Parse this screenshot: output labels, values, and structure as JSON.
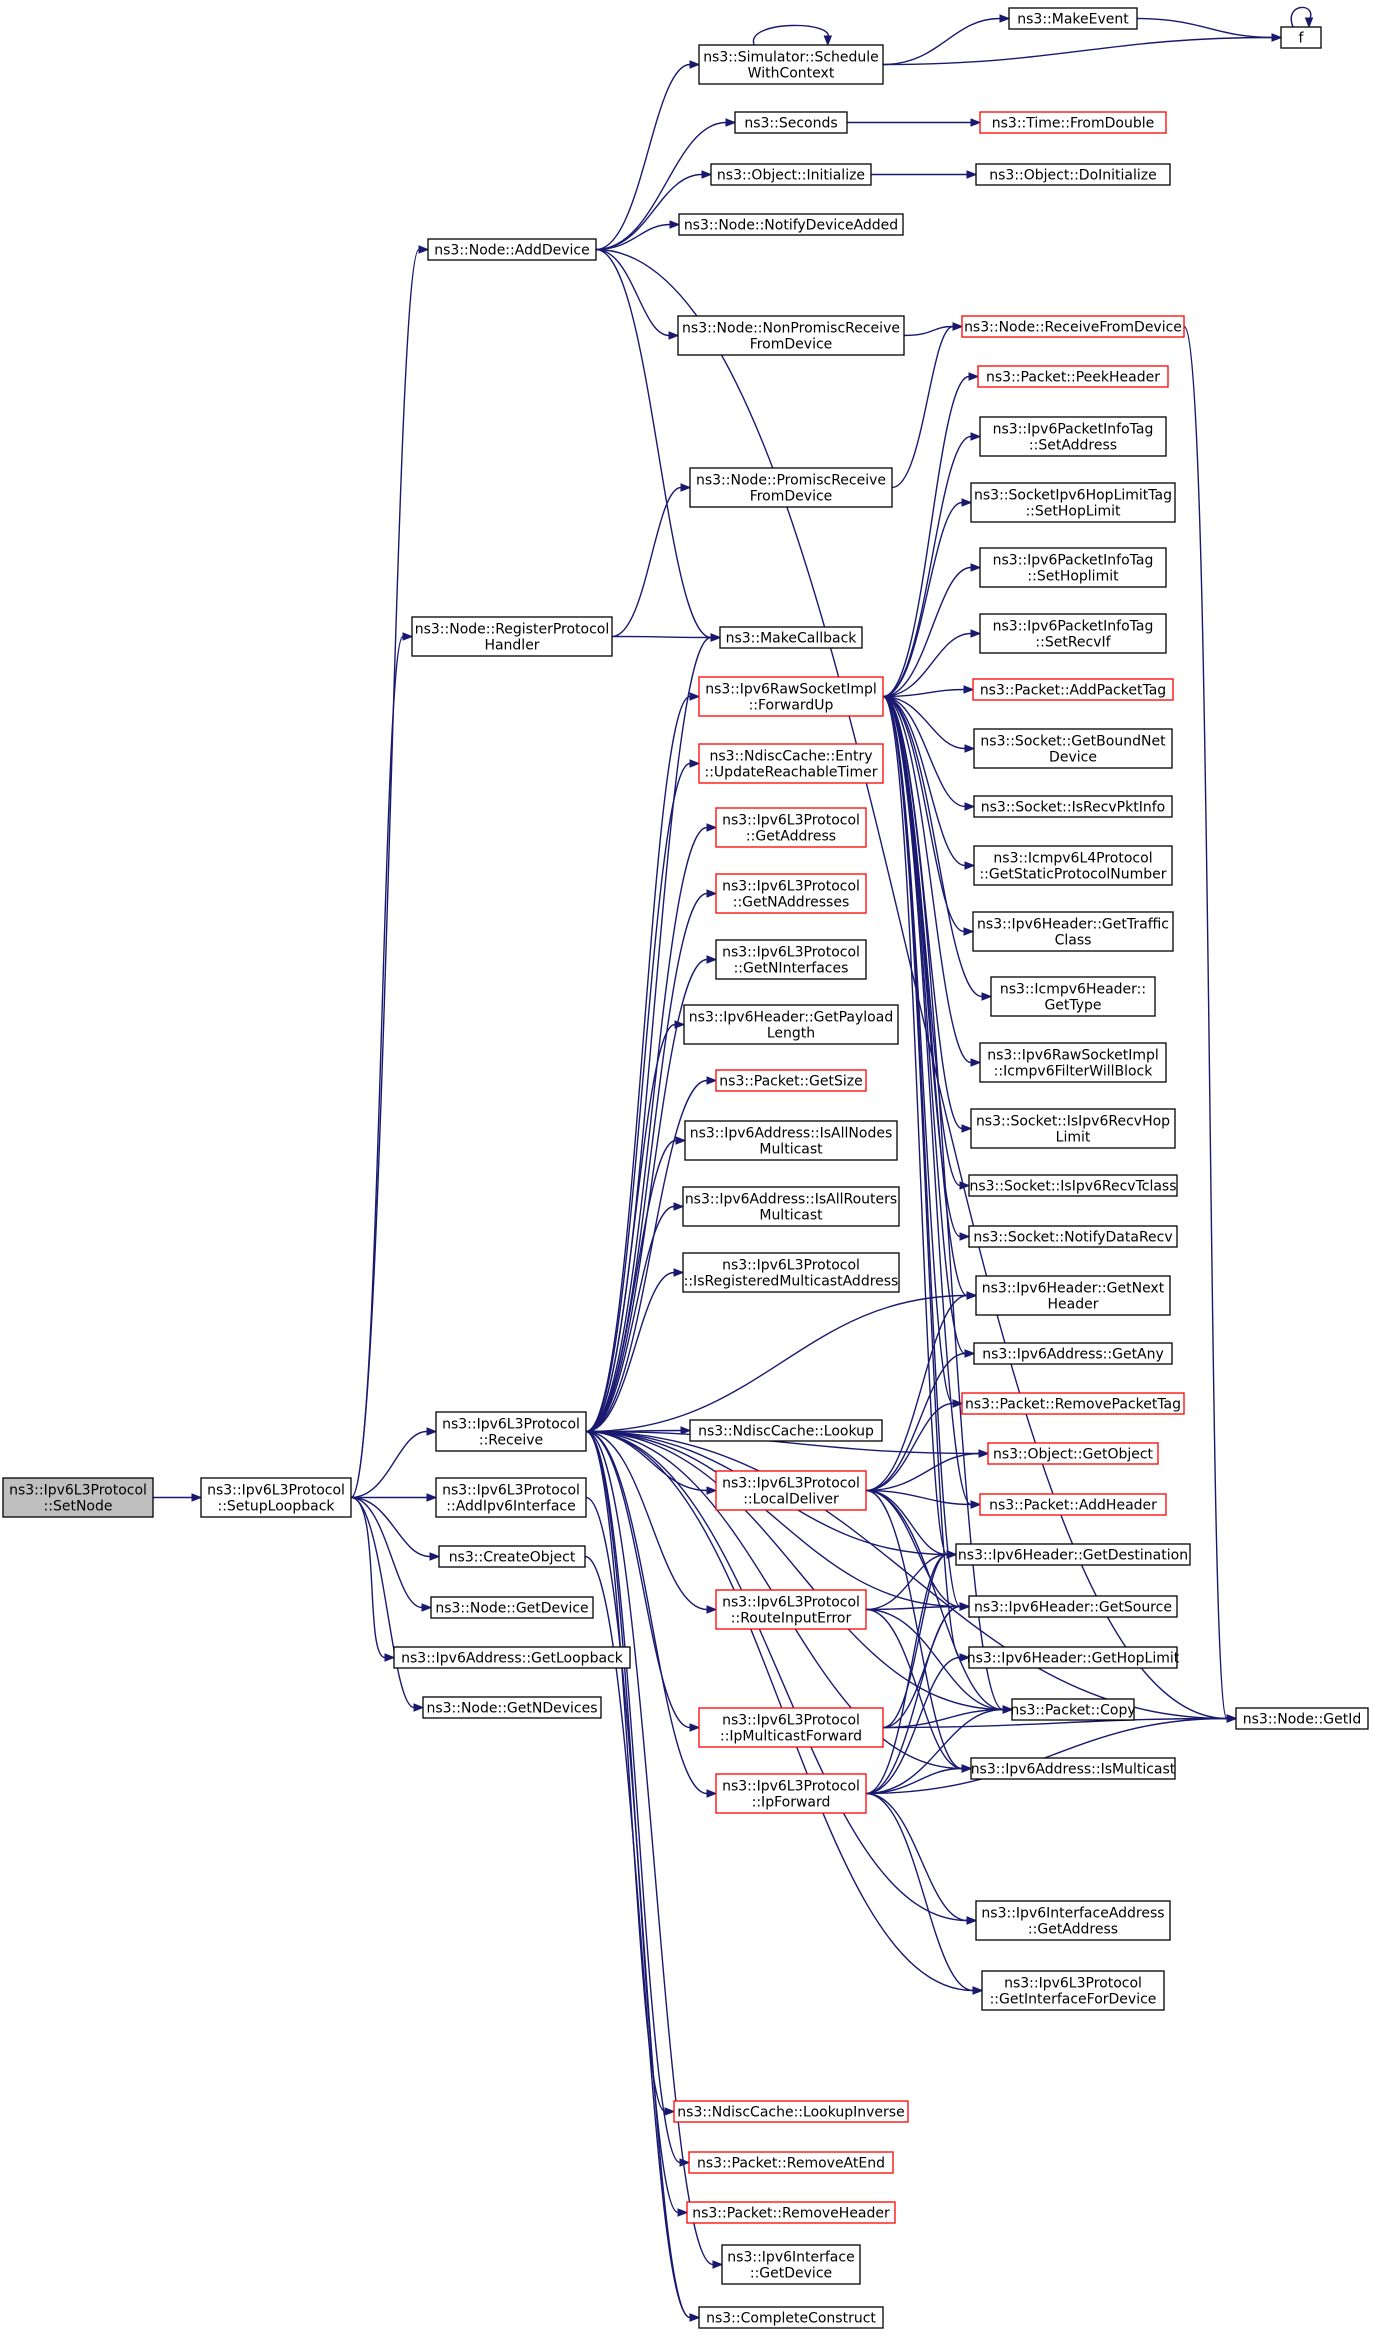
{
  "colors": {
    "edge": "#191970",
    "border": "#000000",
    "border_truncated": "#ff0000",
    "root_fill": "#bfbfbf"
  },
  "nodes": [
    {
      "id": "setnode",
      "lines": [
        "ns3::Ipv6L3Protocol",
        "::SetNode"
      ],
      "style": "root"
    },
    {
      "id": "setuploop",
      "lines": [
        "ns3::Ipv6L3Protocol",
        "::SetupLoopback"
      ],
      "style": "normal"
    },
    {
      "id": "adddevice",
      "lines": [
        "ns3::Node::AddDevice"
      ],
      "style": "normal"
    },
    {
      "id": "registerproto",
      "lines": [
        "ns3::Node::RegisterProtocol",
        "Handler"
      ],
      "style": "normal"
    },
    {
      "id": "receive",
      "lines": [
        "ns3::Ipv6L3Protocol",
        "::Receive"
      ],
      "style": "normal"
    },
    {
      "id": "addipv6if",
      "lines": [
        "ns3::Ipv6L3Protocol",
        "::AddIpv6Interface"
      ],
      "style": "normal"
    },
    {
      "id": "createobject",
      "lines": [
        "ns3::CreateObject"
      ],
      "style": "normal"
    },
    {
      "id": "nodegetdevice",
      "lines": [
        "ns3::Node::GetDevice"
      ],
      "style": "normal"
    },
    {
      "id": "getloopback",
      "lines": [
        "ns3::Ipv6Address::GetLoopback"
      ],
      "style": "normal"
    },
    {
      "id": "getndevices",
      "lines": [
        "ns3::Node::GetNDevices"
      ],
      "style": "normal"
    },
    {
      "id": "schedwc",
      "lines": [
        "ns3::Simulator::Schedule",
        "WithContext"
      ],
      "style": "normal"
    },
    {
      "id": "seconds",
      "lines": [
        "ns3::Seconds"
      ],
      "style": "normal"
    },
    {
      "id": "objinit",
      "lines": [
        "ns3::Object::Initialize"
      ],
      "style": "normal"
    },
    {
      "id": "notifydevadded",
      "lines": [
        "ns3::Node::NotifyDeviceAdded"
      ],
      "style": "normal"
    },
    {
      "id": "nonpromisc",
      "lines": [
        "ns3::Node::NonPromiscReceive",
        "FromDevice"
      ],
      "style": "normal"
    },
    {
      "id": "promisc",
      "lines": [
        "ns3::Node::PromiscReceive",
        "FromDevice"
      ],
      "style": "normal"
    },
    {
      "id": "makecallback",
      "lines": [
        "ns3::MakeCallback"
      ],
      "style": "normal"
    },
    {
      "id": "rawforwardup",
      "lines": [
        "ns3::Ipv6RawSocketImpl",
        "::ForwardUp"
      ],
      "style": "red"
    },
    {
      "id": "ndiscupdate",
      "lines": [
        "ns3::NdiscCache::Entry",
        "::UpdateReachableTimer"
      ],
      "style": "red"
    },
    {
      "id": "getaddress",
      "lines": [
        "ns3::Ipv6L3Protocol",
        "::GetAddress"
      ],
      "style": "red"
    },
    {
      "id": "getnaddresses",
      "lines": [
        "ns3::Ipv6L3Protocol",
        "::GetNAddresses"
      ],
      "style": "red"
    },
    {
      "id": "getninterfaces",
      "lines": [
        "ns3::Ipv6L3Protocol",
        "::GetNInterfaces"
      ],
      "style": "normal"
    },
    {
      "id": "getpayloadlen",
      "lines": [
        "ns3::Ipv6Header::GetPayload",
        "Length"
      ],
      "style": "normal"
    },
    {
      "id": "pktgetsize",
      "lines": [
        "ns3::Packet::GetSize"
      ],
      "style": "red"
    },
    {
      "id": "isallnodes",
      "lines": [
        "ns3::Ipv6Address::IsAllNodes",
        "Multicast"
      ],
      "style": "normal"
    },
    {
      "id": "isallrouters",
      "lines": [
        "ns3::Ipv6Address::IsAllRouters",
        "Multicast"
      ],
      "style": "normal"
    },
    {
      "id": "isregmcast",
      "lines": [
        "ns3::Ipv6L3Protocol",
        "::IsRegisteredMulticastAddress"
      ],
      "style": "normal"
    },
    {
      "id": "ndisclookup",
      "lines": [
        "ns3::NdiscCache::Lookup"
      ],
      "style": "normal"
    },
    {
      "id": "localdeliver",
      "lines": [
        "ns3::Ipv6L3Protocol",
        "::LocalDeliver"
      ],
      "style": "red"
    },
    {
      "id": "routeinerr",
      "lines": [
        "ns3::Ipv6L3Protocol",
        "::RouteInputError"
      ],
      "style": "red"
    },
    {
      "id": "ipmcastfwd",
      "lines": [
        "ns3::Ipv6L3Protocol",
        "::IpMulticastForward"
      ],
      "style": "red"
    },
    {
      "id": "ipforward",
      "lines": [
        "ns3::Ipv6L3Protocol",
        "::IpForward"
      ],
      "style": "red"
    },
    {
      "id": "lookupinverse",
      "lines": [
        "ns3::NdiscCache::LookupInverse"
      ],
      "style": "red"
    },
    {
      "id": "removeatend",
      "lines": [
        "ns3::Packet::RemoveAtEnd"
      ],
      "style": "red"
    },
    {
      "id": "removeheader",
      "lines": [
        "ns3::Packet::RemoveHeader"
      ],
      "style": "red"
    },
    {
      "id": "ifgetdevice",
      "lines": [
        "ns3::Ipv6Interface",
        "::GetDevice"
      ],
      "style": "normal"
    },
    {
      "id": "completeconstruct",
      "lines": [
        "ns3::CompleteConstruct"
      ],
      "style": "normal"
    },
    {
      "id": "makeevent",
      "lines": [
        "ns3::MakeEvent"
      ],
      "style": "normal"
    },
    {
      "id": "f",
      "lines": [
        "f"
      ],
      "style": "normal"
    },
    {
      "id": "fromdouble",
      "lines": [
        "ns3::Time::FromDouble"
      ],
      "style": "red"
    },
    {
      "id": "doinit",
      "lines": [
        "ns3::Object::DoInitialize"
      ],
      "style": "normal"
    },
    {
      "id": "recvfromdev",
      "lines": [
        "ns3::Node::ReceiveFromDevice"
      ],
      "style": "red"
    },
    {
      "id": "peekheader",
      "lines": [
        "ns3::Packet::PeekHeader"
      ],
      "style": "red"
    },
    {
      "id": "pinfosetaddr",
      "lines": [
        "ns3::Ipv6PacketInfoTag",
        "::SetAddress"
      ],
      "style": "normal"
    },
    {
      "id": "hoplimittag",
      "lines": [
        "ns3::SocketIpv6HopLimitTag",
        "::SetHopLimit"
      ],
      "style": "normal"
    },
    {
      "id": "pinfosethop",
      "lines": [
        "ns3::Ipv6PacketInfoTag",
        "::SetHoplimit"
      ],
      "style": "normal"
    },
    {
      "id": "pinfosetrecvif",
      "lines": [
        "ns3::Ipv6PacketInfoTag",
        "::SetRecvIf"
      ],
      "style": "normal"
    },
    {
      "id": "addpackettag",
      "lines": [
        "ns3::Packet::AddPacketTag"
      ],
      "style": "red"
    },
    {
      "id": "getboundnet",
      "lines": [
        "ns3::Socket::GetBoundNet",
        "Device"
      ],
      "style": "normal"
    },
    {
      "id": "isrecvpktinfo",
      "lines": [
        "ns3::Socket::IsRecvPktInfo"
      ],
      "style": "normal"
    },
    {
      "id": "icmpgetstatic",
      "lines": [
        "ns3::Icmpv6L4Protocol",
        "::GetStaticProtocolNumber"
      ],
      "style": "normal"
    },
    {
      "id": "gettrafficclass",
      "lines": [
        "ns3::Ipv6Header::GetTraffic",
        "Class"
      ],
      "style": "normal"
    },
    {
      "id": "icmpgettype",
      "lines": [
        "ns3::Icmpv6Header::",
        "GetType"
      ],
      "style": "normal"
    },
    {
      "id": "icmpfilter",
      "lines": [
        "ns3::Ipv6RawSocketImpl",
        "::Icmpv6FilterWillBlock"
      ],
      "style": "normal"
    },
    {
      "id": "isrecvhop",
      "lines": [
        "ns3::Socket::IsIpv6RecvHop",
        "Limit"
      ],
      "style": "normal"
    },
    {
      "id": "isrecvtclass",
      "lines": [
        "ns3::Socket::IsIpv6RecvTclass"
      ],
      "style": "normal"
    },
    {
      "id": "notifydatarecv",
      "lines": [
        "ns3::Socket::NotifyDataRecv"
      ],
      "style": "normal"
    },
    {
      "id": "getnextheader",
      "lines": [
        "ns3::Ipv6Header::GetNext",
        "Header"
      ],
      "style": "normal"
    },
    {
      "id": "getany",
      "lines": [
        "ns3::Ipv6Address::GetAny"
      ],
      "style": "normal"
    },
    {
      "id": "removepackettag",
      "lines": [
        "ns3::Packet::RemovePacketTag"
      ],
      "style": "red"
    },
    {
      "id": "getobject",
      "lines": [
        "ns3::Object::GetObject"
      ],
      "style": "red"
    },
    {
      "id": "addheader",
      "lines": [
        "ns3::Packet::AddHeader"
      ],
      "style": "red"
    },
    {
      "id": "getdest",
      "lines": [
        "ns3::Ipv6Header::GetDestination"
      ],
      "style": "normal"
    },
    {
      "id": "getsource",
      "lines": [
        "ns3::Ipv6Header::GetSource"
      ],
      "style": "normal"
    },
    {
      "id": "gethoplimit",
      "lines": [
        "ns3::Ipv6Header::GetHopLimit"
      ],
      "style": "normal"
    },
    {
      "id": "pktcopy",
      "lines": [
        "ns3::Packet::Copy"
      ],
      "style": "normal"
    },
    {
      "id": "nodegetid",
      "lines": [
        "ns3::Node::GetId"
      ],
      "style": "normal"
    },
    {
      "id": "ismulticast",
      "lines": [
        "ns3::Ipv6Address::IsMulticast"
      ],
      "style": "normal"
    },
    {
      "id": "ifaddrgetaddr",
      "lines": [
        "ns3::Ipv6InterfaceAddress",
        "::GetAddress"
      ],
      "style": "normal"
    },
    {
      "id": "getiffordev",
      "lines": [
        "ns3::Ipv6L3Protocol",
        "::GetInterfaceForDevice"
      ],
      "style": "normal"
    }
  ],
  "edges": [
    [
      "setnode",
      "setuploop"
    ],
    [
      "setuploop",
      "adddevice"
    ],
    [
      "setuploop",
      "registerproto"
    ],
    [
      "setuploop",
      "receive"
    ],
    [
      "setuploop",
      "addipv6if"
    ],
    [
      "setuploop",
      "createobject"
    ],
    [
      "setuploop",
      "nodegetdevice"
    ],
    [
      "setuploop",
      "getloopback"
    ],
    [
      "setuploop",
      "getndevices"
    ],
    [
      "adddevice",
      "schedwc"
    ],
    [
      "adddevice",
      "seconds"
    ],
    [
      "adddevice",
      "objinit"
    ],
    [
      "adddevice",
      "notifydevadded"
    ],
    [
      "adddevice",
      "nonpromisc"
    ],
    [
      "adddevice",
      "makecallback"
    ],
    [
      "adddevice",
      "nodegetid"
    ],
    [
      "schedwc",
      "schedwc"
    ],
    [
      "schedwc",
      "makeevent"
    ],
    [
      "schedwc",
      "f"
    ],
    [
      "makeevent",
      "f"
    ],
    [
      "f",
      "f"
    ],
    [
      "seconds",
      "fromdouble"
    ],
    [
      "objinit",
      "doinit"
    ],
    [
      "nonpromisc",
      "recvfromdev"
    ],
    [
      "promisc",
      "recvfromdev"
    ],
    [
      "recvfromdev",
      "nodegetid"
    ],
    [
      "registerproto",
      "promisc"
    ],
    [
      "registerproto",
      "makecallback"
    ],
    [
      "receive",
      "makecallback"
    ],
    [
      "receive",
      "rawforwardup"
    ],
    [
      "receive",
      "ndiscupdate"
    ],
    [
      "receive",
      "getaddress"
    ],
    [
      "receive",
      "getnaddresses"
    ],
    [
      "receive",
      "getninterfaces"
    ],
    [
      "receive",
      "getpayloadlen"
    ],
    [
      "receive",
      "pktgetsize"
    ],
    [
      "receive",
      "isallnodes"
    ],
    [
      "receive",
      "isallrouters"
    ],
    [
      "receive",
      "isregmcast"
    ],
    [
      "receive",
      "ndisclookup"
    ],
    [
      "receive",
      "localdeliver"
    ],
    [
      "receive",
      "routeinerr"
    ],
    [
      "receive",
      "ipmcastfwd"
    ],
    [
      "receive",
      "ipforward"
    ],
    [
      "receive",
      "lookupinverse"
    ],
    [
      "receive",
      "removeatend"
    ],
    [
      "receive",
      "removeheader"
    ],
    [
      "receive",
      "ifgetdevice"
    ],
    [
      "receive",
      "getnextheader"
    ],
    [
      "receive",
      "getobject"
    ],
    [
      "receive",
      "getdest"
    ],
    [
      "receive",
      "getsource"
    ],
    [
      "receive",
      "pktcopy"
    ],
    [
      "receive",
      "ismulticast"
    ],
    [
      "receive",
      "ifaddrgetaddr"
    ],
    [
      "receive",
      "getiffordev"
    ],
    [
      "receive",
      "nodegetid"
    ],
    [
      "rawforwardup",
      "peekheader"
    ],
    [
      "rawforwardup",
      "pinfosetaddr"
    ],
    [
      "rawforwardup",
      "hoplimittag"
    ],
    [
      "rawforwardup",
      "pinfosethop"
    ],
    [
      "rawforwardup",
      "pinfosetrecvif"
    ],
    [
      "rawforwardup",
      "addpackettag"
    ],
    [
      "rawforwardup",
      "getboundnet"
    ],
    [
      "rawforwardup",
      "isrecvpktinfo"
    ],
    [
      "rawforwardup",
      "icmpgetstatic"
    ],
    [
      "rawforwardup",
      "gettrafficclass"
    ],
    [
      "rawforwardup",
      "icmpgettype"
    ],
    [
      "rawforwardup",
      "icmpfilter"
    ],
    [
      "rawforwardup",
      "isrecvhop"
    ],
    [
      "rawforwardup",
      "isrecvtclass"
    ],
    [
      "rawforwardup",
      "notifydatarecv"
    ],
    [
      "rawforwardup",
      "getnextheader"
    ],
    [
      "rawforwardup",
      "getany"
    ],
    [
      "rawforwardup",
      "removepackettag"
    ],
    [
      "rawforwardup",
      "addheader"
    ],
    [
      "rawforwardup",
      "getdest"
    ],
    [
      "rawforwardup",
      "getsource"
    ],
    [
      "rawforwardup",
      "gethoplimit"
    ],
    [
      "rawforwardup",
      "pktcopy"
    ],
    [
      "localdeliver",
      "getnextheader"
    ],
    [
      "localdeliver",
      "getany"
    ],
    [
      "localdeliver",
      "removepackettag"
    ],
    [
      "localdeliver",
      "getobject"
    ],
    [
      "localdeliver",
      "addheader"
    ],
    [
      "localdeliver",
      "getdest"
    ],
    [
      "localdeliver",
      "getsource"
    ],
    [
      "localdeliver",
      "pktcopy"
    ],
    [
      "localdeliver",
      "ismulticast"
    ],
    [
      "routeinerr",
      "getdest"
    ],
    [
      "routeinerr",
      "getsource"
    ],
    [
      "routeinerr",
      "pktcopy"
    ],
    [
      "routeinerr",
      "ismulticast"
    ],
    [
      "ipmcastfwd",
      "getdest"
    ],
    [
      "ipmcastfwd",
      "getsource"
    ],
    [
      "ipmcastfwd",
      "pktcopy"
    ],
    [
      "ipmcastfwd",
      "nodegetid"
    ],
    [
      "ipforward",
      "getdest"
    ],
    [
      "ipforward",
      "getsource"
    ],
    [
      "ipforward",
      "gethoplimit"
    ],
    [
      "ipforward",
      "pktcopy"
    ],
    [
      "ipforward",
      "ismulticast"
    ],
    [
      "ipforward",
      "ifaddrgetaddr"
    ],
    [
      "ipforward",
      "getiffordev"
    ],
    [
      "ipforward",
      "nodegetid"
    ],
    [
      "addipv6if",
      "completeconstruct"
    ],
    [
      "createobject",
      "completeconstruct"
    ]
  ]
}
